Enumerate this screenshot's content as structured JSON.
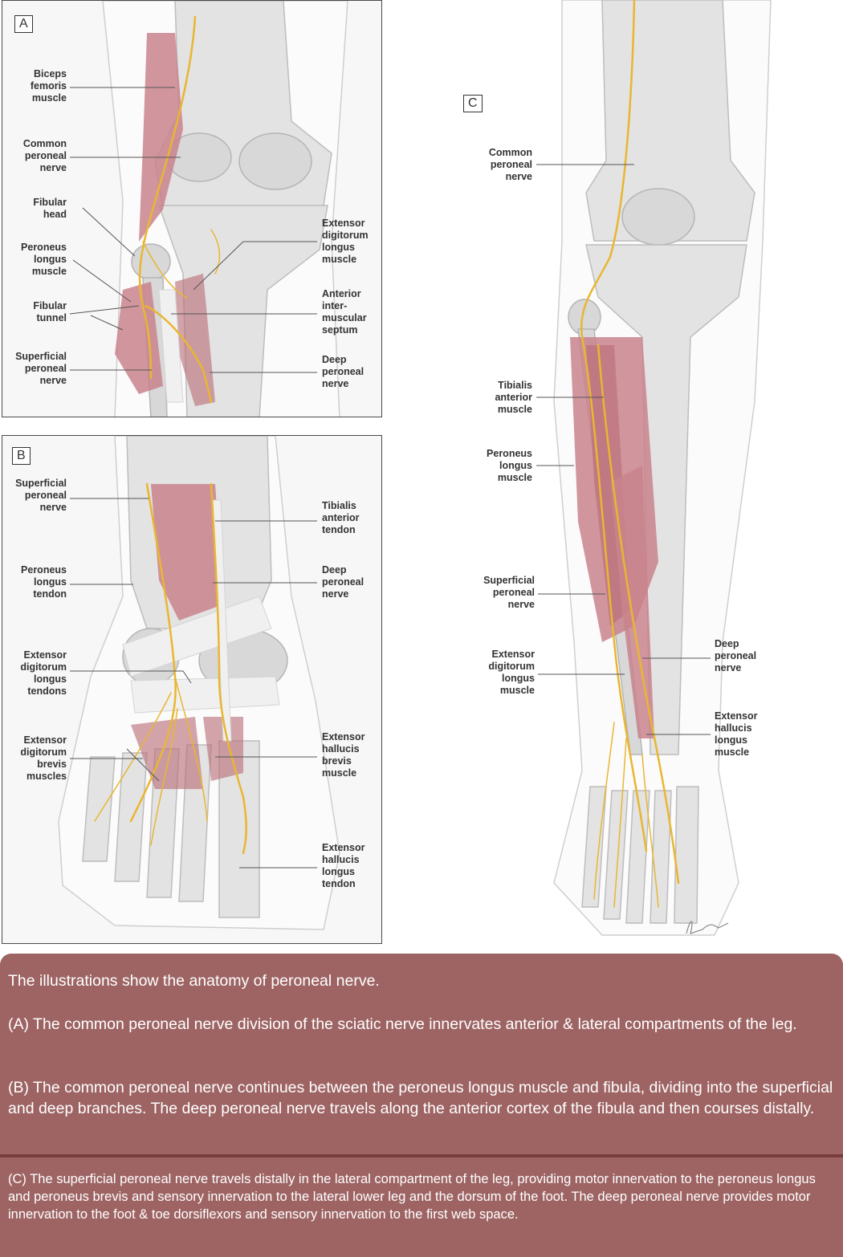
{
  "panels": {
    "a": {
      "tag": "A",
      "labels": {
        "biceps": "Biceps\nfemoris\nmuscle",
        "common": "Common\nperoneal\nnerve",
        "fib_head": "Fibular\nhead",
        "per_longus": "Peroneus\nlongus\nmuscle",
        "fib_tunnel": "Fibular\ntunnel",
        "superficial": "Superficial\nperoneal\nnerve",
        "ext_dig": "Extensor\ndigitorum\nlongus\nmuscle",
        "ant_septum": "Anterior\ninter-\nmuscular\nseptum",
        "deep": "Deep\nperoneal\nnerve"
      }
    },
    "b": {
      "tag": "B",
      "labels": {
        "superficial": "Superficial\nperoneal\nnerve",
        "per_tendon": "Peroneus\nlongus\ntendon",
        "ext_dig_tendons": "Extensor\ndigitorum\nlongus\ntendons",
        "ext_dig_brevis": "Extensor\ndigitorum\nbrevis\nmuscles",
        "tib_tendon": "Tibialis\nanterior\ntendon",
        "deep": "Deep\nperoneal\nnerve",
        "ext_hal_brevis": "Extensor\nhallucis\nbrevis\nmuscle",
        "ext_hal_tendon": "Extensor\nhallucis\nlongus\ntendon"
      }
    },
    "c": {
      "tag": "C",
      "labels": {
        "common": "Common\nperoneal\nnerve",
        "tib_ant": "Tibialis\nanterior\nmuscle",
        "per_longus": "Peroneus\nlongus\nmuscle",
        "superficial": "Superficial\nperoneal\nnerve",
        "ext_dig": "Extensor\ndigitorum\nlongus\nmuscle",
        "deep": "Deep\nperoneal\nnerve",
        "ext_hal": "Extensor\nhallucis\nlongus\nmuscle"
      }
    }
  },
  "caption": {
    "intro": "The illustrations show the anatomy of peroneal nerve.",
    "a": "(A) The common peroneal nerve division of the sciatic nerve innervates anterior & lateral compartments of the leg.",
    "b": "(B) The common peroneal nerve continues between the peroneus longus muscle and fibula, dividing into the superficial and deep branches. The deep peroneal nerve travels along the anterior cortex of the fibula and then courses distally.",
    "c": "(C) The superficial peroneal nerve travels distally in the lateral compartment of the leg, providing motor innervation to the peroneus longus and peroneus brevis and sensory innervation to the lateral lower leg and the dorsum of the foot. The deep peroneal nerve provides motor innervation to the foot &  toe dorsiflexors and sensory innervation to the first web space."
  },
  "colors": {
    "caption_bg": "#9e6464",
    "muscle": "#c9848c",
    "nerve": "#e9b632",
    "bone": "#e3e3e3"
  }
}
